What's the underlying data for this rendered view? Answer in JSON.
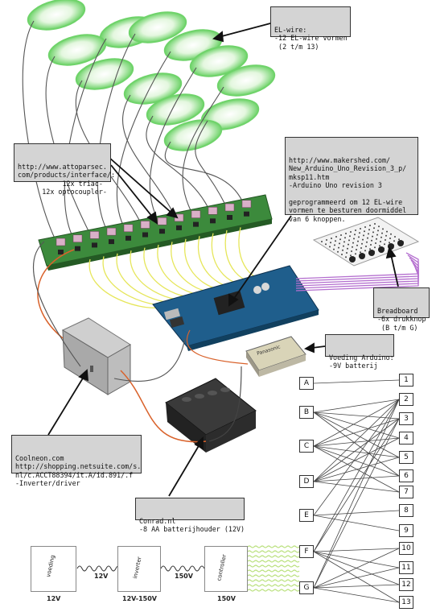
{
  "notes": {
    "el_wire": [
      "EL-wire:",
      "-12 EL-wire vormen",
      " (2 t/m 13)"
    ],
    "attoparsec": [
      "http://www.attoparsec.",
      "com/products/interface/:",
      "           12x triac-",
      "      12x optocoupler-"
    ],
    "makershed": [
      "http://www.makershed.com/",
      "New_Arduino_Uno_Revision_3_p/",
      "mksp11.htm",
      "-Arduino Uno revision 3",
      "",
      "geprogrammeerd om 12 EL-wire",
      "vormen te besturen doormiddel",
      "van 6 knoppen."
    ],
    "breadboard": [
      "Breadboard",
      "-6x drukknop",
      " (B t/m G)"
    ],
    "voeding_arduino": [
      "Voeding Arduino:",
      "-9V batterij"
    ],
    "coolneon": [
      "Coolneon.com",
      "http://shopping.netsuite.com/s.",
      "nl/c.ACCT88394/it.A/id.891/.f",
      "-Inverter/driver"
    ],
    "conrad": [
      "Conrad.nl",
      "-8 AA batterijhouder (12V)"
    ]
  },
  "block_diagram": {
    "blocks": [
      {
        "label": "voeding",
        "caption": "12V"
      },
      {
        "label": "inverter",
        "caption": "12V-150V"
      },
      {
        "label": "controller",
        "caption": "150V"
      }
    ],
    "links": [
      "12V",
      "150V"
    ]
  },
  "battery_label": "Panasonic",
  "mapping": {
    "left": [
      "A",
      "B",
      "C",
      "D",
      "E",
      "F",
      "G"
    ],
    "right": [
      "1",
      "2",
      "3",
      "4",
      "5",
      "6",
      "7",
      "8",
      "9",
      "10",
      "11",
      "12",
      "13"
    ],
    "connections": {
      "A": [
        "1"
      ],
      "B": [
        "2",
        "3",
        "4",
        "5",
        "6"
      ],
      "C": [
        "2",
        "3",
        "4",
        "5",
        "6",
        "7"
      ],
      "D": [
        "2",
        "3",
        "4",
        "5",
        "6",
        "7"
      ],
      "E": [
        "2",
        "8",
        "9"
      ],
      "F": [
        "2",
        "3",
        "10",
        "11",
        "12",
        "13"
      ],
      "G": [
        "2",
        "3",
        "10",
        "11",
        "12",
        "13"
      ]
    }
  },
  "colors": {
    "el_wire": "#6fd36a",
    "pcb": "#3c8a3c",
    "arduino": "#1f5e8c",
    "purple_wires": "#b46fcf",
    "yellow_wires": "#e6e65a",
    "orange_wire": "#d9622b"
  }
}
